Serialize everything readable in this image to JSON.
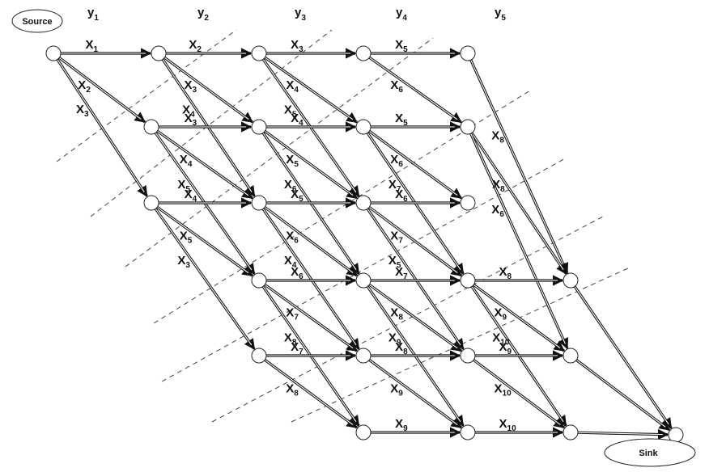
{
  "source_label": "Source",
  "sink_label": "Sink",
  "stages": [
    {
      "letter": "y",
      "sub": "1"
    },
    {
      "letter": "y",
      "sub": "2"
    },
    {
      "letter": "y",
      "sub": "3"
    },
    {
      "letter": "y",
      "sub": "4"
    },
    {
      "letter": "y",
      "sub": "5"
    }
  ],
  "edges": [
    {
      "from": "A0",
      "to": "B0",
      "letter": "X",
      "sub": "1"
    },
    {
      "from": "A0",
      "to": "B1",
      "letter": "X",
      "sub": "2"
    },
    {
      "from": "A0",
      "to": "B2",
      "letter": "X",
      "sub": "3"
    },
    {
      "from": "B0",
      "to": "C0",
      "letter": "X",
      "sub": "2"
    },
    {
      "from": "B0",
      "to": "C1",
      "letter": "X",
      "sub": "3"
    },
    {
      "from": "B0",
      "to": "C2",
      "letter": "X",
      "sub": "4"
    },
    {
      "from": "B1",
      "to": "C1",
      "letter": "X",
      "sub": "3"
    },
    {
      "from": "B1",
      "to": "C2",
      "letter": "X",
      "sub": "4"
    },
    {
      "from": "B1",
      "to": "C3",
      "letter": "X",
      "sub": "5"
    },
    {
      "from": "B2",
      "to": "C2",
      "letter": "X",
      "sub": "4"
    },
    {
      "from": "B2",
      "to": "C3",
      "letter": "X",
      "sub": "5"
    },
    {
      "from": "B2",
      "to": "C4",
      "letter": "X",
      "sub": "3"
    },
    {
      "from": "C0",
      "to": "D0",
      "letter": "X",
      "sub": "3"
    },
    {
      "from": "C0",
      "to": "D1",
      "letter": "X",
      "sub": "4"
    },
    {
      "from": "C0",
      "to": "D2",
      "letter": "X",
      "sub": "5"
    },
    {
      "from": "D0",
      "to": "E0",
      "letter": "X",
      "sub": "5"
    },
    {
      "from": "D0",
      "to": "E1",
      "letter": "X",
      "sub": "6"
    },
    {
      "from": "C1",
      "to": "D1",
      "letter": "X",
      "sub": "4"
    },
    {
      "from": "C1",
      "to": "D2",
      "letter": "X",
      "sub": "5"
    },
    {
      "from": "C1",
      "to": "D3",
      "letter": "X",
      "sub": "6"
    },
    {
      "from": "C2",
      "to": "D2",
      "letter": "X",
      "sub": "5"
    },
    {
      "from": "C2",
      "to": "D3",
      "letter": "X",
      "sub": "6"
    },
    {
      "from": "C2",
      "to": "D4",
      "letter": "X",
      "sub": "4"
    },
    {
      "from": "C3",
      "to": "D3",
      "letter": "X",
      "sub": "6"
    },
    {
      "from": "C3",
      "to": "D4",
      "letter": "X",
      "sub": "7"
    },
    {
      "from": "C3",
      "to": "D5",
      "letter": "X",
      "sub": "8"
    },
    {
      "from": "C4",
      "to": "D4",
      "letter": "X",
      "sub": "7"
    },
    {
      "from": "C4",
      "to": "D5",
      "letter": "X",
      "sub": "8"
    },
    {
      "from": "D1",
      "to": "E1",
      "letter": "X",
      "sub": "5"
    },
    {
      "from": "D1",
      "to": "E2",
      "letter": "X",
      "sub": "6"
    },
    {
      "from": "D1",
      "to": "E3",
      "letter": "X",
      "sub": "7"
    },
    {
      "from": "D2",
      "to": "E2",
      "letter": "X",
      "sub": "6"
    },
    {
      "from": "D2",
      "to": "E3",
      "letter": "X",
      "sub": "7"
    },
    {
      "from": "D2",
      "to": "E4",
      "letter": "X",
      "sub": "5"
    },
    {
      "from": "D3",
      "to": "E3",
      "letter": "X",
      "sub": "7"
    },
    {
      "from": "D3",
      "to": "E4",
      "letter": "X",
      "sub": "8"
    },
    {
      "from": "D3",
      "to": "E5",
      "letter": "X",
      "sub": "9"
    },
    {
      "from": "D4",
      "to": "E4",
      "letter": "X",
      "sub": "8"
    },
    {
      "from": "D4",
      "to": "E5",
      "letter": "X",
      "sub": "9"
    },
    {
      "from": "D5",
      "to": "E5",
      "letter": "X",
      "sub": "9"
    },
    {
      "from": "E0",
      "to": "F3",
      "letter": "X",
      "sub": "8"
    },
    {
      "from": "E1",
      "to": "F3",
      "letter": "X",
      "sub": "8"
    },
    {
      "from": "E1",
      "to": "F4",
      "letter": "X",
      "sub": "6"
    },
    {
      "from": "E3",
      "to": "F3",
      "letter": "X",
      "sub": "8"
    },
    {
      "from": "E3",
      "to": "F4",
      "letter": "X",
      "sub": "9"
    },
    {
      "from": "E3",
      "to": "F5",
      "letter": "X",
      "sub": "10"
    },
    {
      "from": "E4",
      "to": "F4",
      "letter": "X",
      "sub": "9"
    },
    {
      "from": "E4",
      "to": "F5",
      "letter": "X",
      "sub": "10"
    },
    {
      "from": "E5",
      "to": "F5",
      "letter": "X",
      "sub": "10"
    },
    {
      "from": "F3",
      "to": "SINK",
      "letter": "",
      "sub": ""
    },
    {
      "from": "F4",
      "to": "SINK",
      "letter": "",
      "sub": ""
    },
    {
      "from": "F5",
      "to": "SINK",
      "letter": "",
      "sub": ""
    }
  ]
}
